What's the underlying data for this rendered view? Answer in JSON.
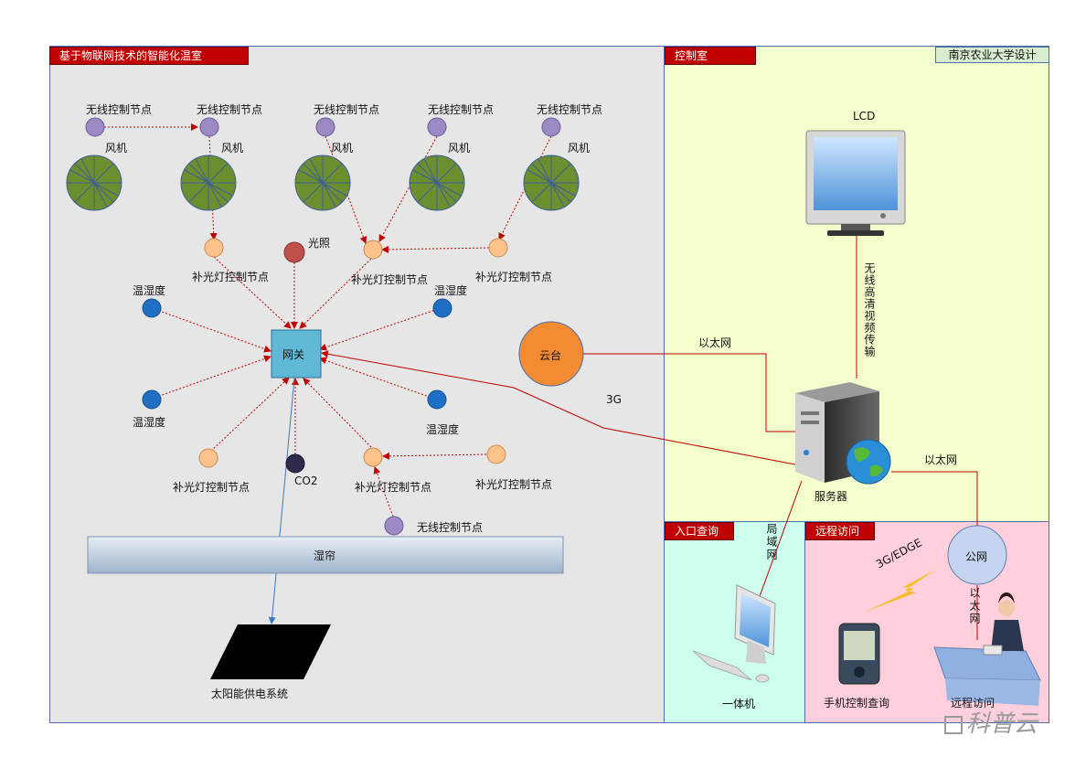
{
  "greenhouse": {
    "title": "基于物联网技术的智能化温室",
    "wireless_node": "无线控制节点",
    "fan": "风机",
    "light_node": "补光灯控制节点",
    "light": "光照",
    "humidity": "温湿度",
    "gateway": "网关",
    "co2": "CO2",
    "wet_curtain": "湿帘",
    "solar": "太阳能供电系统"
  },
  "control_room": {
    "title": "控制室",
    "designer": "南京农业大学设计",
    "lcd": "LCD",
    "video_link": "无线高清视频传输",
    "ptz": "云台",
    "ethernet": "以太网",
    "link_3g": "3G",
    "server": "服务器"
  },
  "entry_query": {
    "title": "入口查询",
    "lan": "局域网",
    "all_in_one": "一体机"
  },
  "remote_access": {
    "title": "远程访问",
    "public_net": "公网",
    "ethernet_vertical": "以太网",
    "link_3g_edge": "3G/EDGE",
    "phone_query": "手机控制查询",
    "remote": "远程访问"
  },
  "watermark": "科普云",
  "colors": {
    "greenhouse_bg": "#e6e6e6",
    "control_bg": "#f2ffcc",
    "entry_bg": "#ccffee",
    "remote_bg": "#ffd0dc",
    "tag_red": "#c00000",
    "fan_green": "#6b8e2f",
    "node_purple": "#9b8ac4",
    "light_peach": "#ffc28a",
    "sensor_blue": "#1f6fc4",
    "light_sensor": "#c0504d",
    "gateway_blue": "#5fb8d6",
    "ptz_orange": "#f28b32",
    "public_net": "#c5d5ef",
    "link_red": "#c00000",
    "link_blue": "#3b78c2"
  }
}
